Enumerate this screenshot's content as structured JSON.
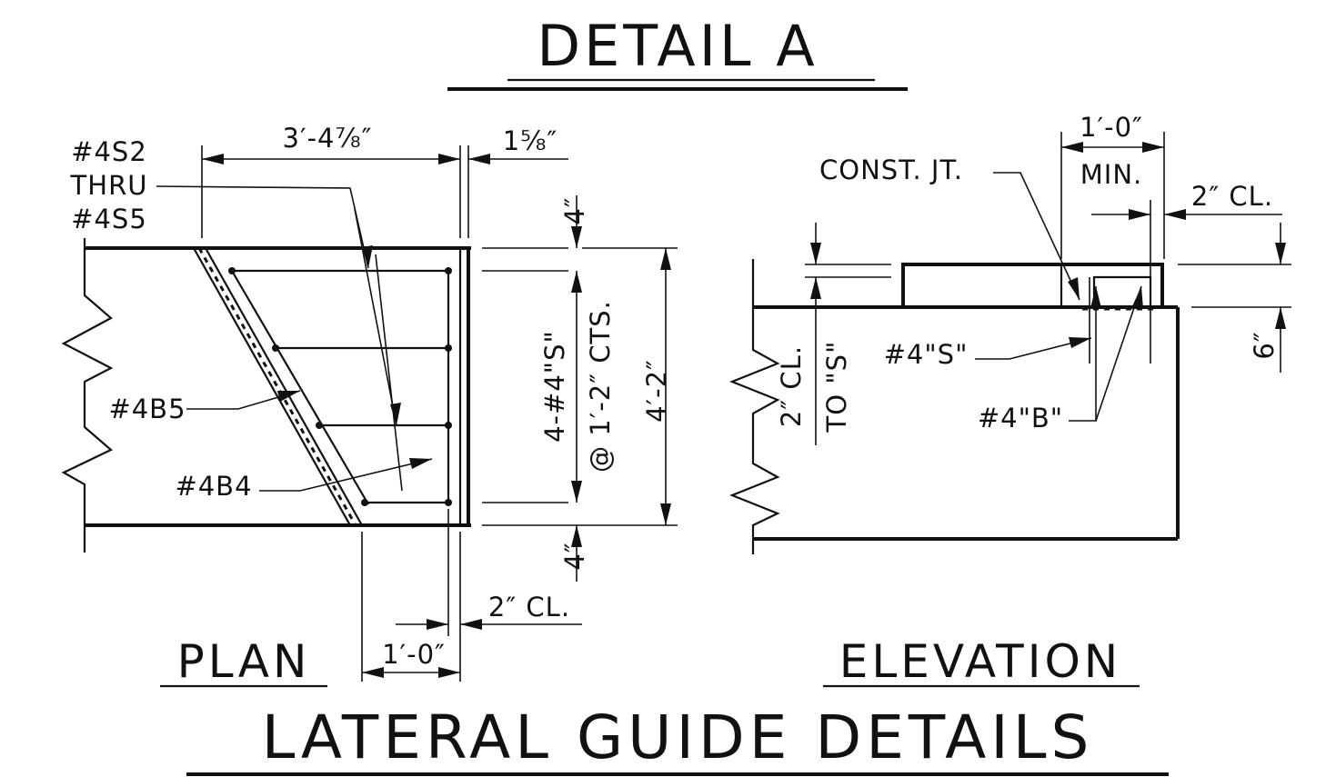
{
  "titles": {
    "detail": "DETAIL A",
    "main": "LATERAL GUIDE DETAILS",
    "plan": "PLAN",
    "elevation": "ELEVATION"
  },
  "plan": {
    "callout_bars": [
      "#4S2",
      "THRU",
      "#4S5"
    ],
    "dim_width": "3′-4⅞″",
    "dim_edge": "1⅝″",
    "dim_top": "4″",
    "dim_bottom": "4″",
    "dim_spacing_line1": "4-#4\"S\"",
    "dim_spacing_line2": "@ 1′-2″ CTS.",
    "dim_height": "4′-2″",
    "label_b5": "#4B5",
    "label_b4": "#4B4",
    "dim_cl": "2″ CL.",
    "dim_base": "1′-0″"
  },
  "elevation": {
    "dim_min_top": "1′-0″",
    "dim_min_label": "MIN.",
    "const_joint": "CONST. JT.",
    "dim_cl_right": "2″ CL.",
    "label_s": "#4\"S\"",
    "label_b": "#4\"B\"",
    "dim_cl_left_line1": "2″ CL.",
    "dim_cl_left_line2": "TO \"S\"",
    "dim_six": "6″"
  }
}
